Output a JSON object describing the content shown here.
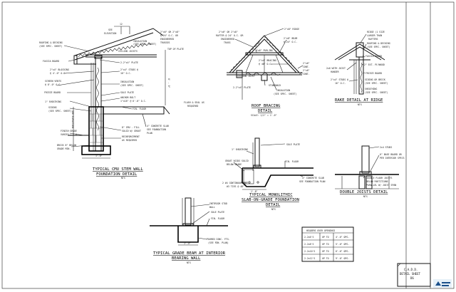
{
  "stem_wall": {
    "title_1": "TYPICAL CMU STEM WALL",
    "title_2": "FOUNDATION DETAIL",
    "scale": "NTS",
    "labels": {
      "dim_12": "12",
      "see_elevation": "SEE",
      "see_elevation_2": "ELEVATION",
      "roofing_1": "ROOFING & DECKING",
      "roofing_2": "(SEE SPEC. SHEET)",
      "insulation_top_1": "INSULATION",
      "insulation_top_2": "(SEE SPEC. SHEET)",
      "ceiling_joists": "CEILING JOISTS",
      "rafters_1": "2\"x6\" OR 2\"x8\"",
      "rafters_2": "@ 24\" O.C. OR",
      "rafters_3": "ENGINEERED",
      "rafters_4": "TRUSSES",
      "top_of_plate": "TOP OF PLATE",
      "fascia_board": "FASCIA BOARD",
      "plate_2x4": "2-2\"x4\" PLATE",
      "blocking_1": "2\"x4\" BLOCKING",
      "blocking_2": "@ 4'-0\" O.C.",
      "studs_1": "2\"x4\" STUDS @",
      "studs_2": "16\" O.C.",
      "screen_vents_1": "SCREEN VENTS",
      "screen_vents_2": "@ 8'-0\" O.C.",
      "insulation_wall_1": "INSULATION",
      "insulation_wall_2": "(SEE SPEC. SHEET)",
      "frieze_board": "FRIEZE BOARD",
      "sole_plate": "SOLE PLATE",
      "anchor_bolt_1": "ANCHOR BOLT",
      "anchor_bolt_2": "1\"x18\" @ 6'-0\" O.C.",
      "sheathing": "1\" SHEATHING",
      "siding_1": "SIDING",
      "siding_2": "(SEE SPEC. SHEET)",
      "fin_floor": "FIN. FLOOR",
      "cmu_fill_1": "8\" CMU - FILL",
      "cmu_fill_2": "SOLID W/ GROUT",
      "reinforcement_1": "REINFORCEMENT",
      "reinforcement_2": "AS REQUIRED",
      "slab_1": "4\" CONCRETE SLAB",
      "slab_2": "SEE FOUNDATION",
      "slab_3": "PLAN",
      "finish_grade_1": "FINISH GRADE",
      "finish_grade_2": "VARIES - F.V.",
      "brick_1": "BRICK 8\" BELOW",
      "brick_2": "GRADE MIN.",
      "wall_height": "8' - 0\"",
      "see_elevation_side": "SEE ELEVATION",
      "dim_bottom": "1'-8\"",
      "flash_1": "FLASH & SEAL AS",
      "flash_2": "REQUIRED"
    }
  },
  "roof_bracing": {
    "title": "ROOF BRACING",
    "title_2": "DETAIL",
    "scale": "SCALE: 1/2\" = 1'-0\"",
    "labels": {
      "rafters_1": "2\"x6\" OR 2\"x8\"",
      "rafters_2": "RAFTER @ 24\" O.C. OR",
      "rafters_3": "ENGINEERED",
      "rafters_4": "TRUSS",
      "ridge": "2\"x8\" RIDGE",
      "beam_1": "2\"x8\" BEAM",
      "beam_2": "@ 24\" O.C.",
      "purlins": "2\"x6\" PURLINS",
      "bracing_1": "2\"x4\" BRACING",
      "bracing_2": "@ 48\" O.C.",
      "cont_1": "2\"x6\"",
      "cont_2": "CONT.",
      "cont_3": "2\"x6\"",
      "cont_4": "CONT.",
      "ceiling_joist": "CEILING JOIST",
      "plate": "2-2\"x4\" PLATE",
      "stongback": "STONGBACK",
      "insulation_1": "INSULATION",
      "insulation_2": "(SEE SPEC. SHEET)"
    }
  },
  "rake_detail": {
    "title": "RAKE DETAIL AT RIDGE",
    "scale": "NTS",
    "labels": {
      "ridge_1": "RIDGE (1 SIZE",
      "ridge_2": "LARGER THAN",
      "ridge_3": "RAFTERS",
      "roofing_1": "ROOFING & DECKING",
      "roofing_2": "(SEE SPEC. SHEET)",
      "fascia": "FASCIA BOARD",
      "joist_hanger_1": "2x6 WITH JOIST",
      "joist_hanger_2": "HANGER",
      "plywood": "2\" EXT. PLYWOOD",
      "frieze": "FRIEZE BOARD",
      "studs_1": "2\"x4\" STUDS @",
      "studs_2": "16\" O.C.",
      "siding_1": "SIDING OR BRICK",
      "siding_2": "(SEE SPEC. SHEET)",
      "sheathing_1": "SHEATHING",
      "sheathing_2": "(SEE SPEC. SHEET)"
    }
  },
  "monolithic": {
    "title_1": "TYPICAL MONOLITHIC",
    "title_2": "SLAB-ON-GRADE FOUNDATION",
    "title_3": "DETAIL",
    "scale": "NTS",
    "labels": {
      "sheathing": "1\" SHEATHING",
      "sole_plate": "SOLE PLATE",
      "grout_1": "GROUT VOIDS SOLID",
      "grout_2": "BELOW GRADE",
      "fin_floor": "FIN. FLOOR",
      "slab_1": "4\" CONCRETE SLAB",
      "slab_2": "SEE FOUNDATION PLAN",
      "rebar_1": "2 #4 CONTINUOUS W/",
      "rebar_2": "#3 TIES @ 48\"",
      "dim": "1'-8\""
    }
  },
  "double_joists": {
    "title": "DOUBLE JOISTS DETAIL",
    "scale": "NTS",
    "labels": {
      "studs": "2x4 STUDS",
      "bridging_1": "6\" BASE BOARD OR",
      "bridging_2": "PER INTERIOR SPECS",
      "dbl_1": "DOUBLE FLOOR JOISTS",
      "dbl_2": "BELOW PARTITIONS",
      "dbl_3": "PARALLEL W/ JOIST SPAN"
    }
  },
  "grade_beam": {
    "title_1": "TYPICAL GRADE BEAM AT INTERIOR",
    "title_2": "BEARING WALL",
    "scale": "NTS",
    "labels": {
      "stud_1": "INTERIOR STUD",
      "stud_2": "WALL",
      "sole_plate": "SOLE PLATE",
      "fin_floor": "FIN. FLOOR",
      "footing_1": "POURED CONC. FTG.",
      "footing_2": "(SEE FDN. PLAN)",
      "dim": "1'-4\""
    }
  },
  "headers_table": {
    "title": "HEADERS OVER OPENINGS",
    "rows": [
      [
        "2-2x6'S",
        "UP TO",
        "4'-6\" OPG."
      ],
      [
        "2-2x8'S",
        "UP TO",
        "5'-0\" OPG."
      ],
      [
        "2-2x10'S",
        "UP TO",
        "6'-6\" OPG."
      ],
      [
        "2-2x12'S",
        "UP TO",
        "9'-0\" OPG."
      ]
    ]
  },
  "title_block": {
    "line_1": "C.A.D.D.",
    "line_2": "DETAIL SHEET",
    "line_3": "D6"
  }
}
